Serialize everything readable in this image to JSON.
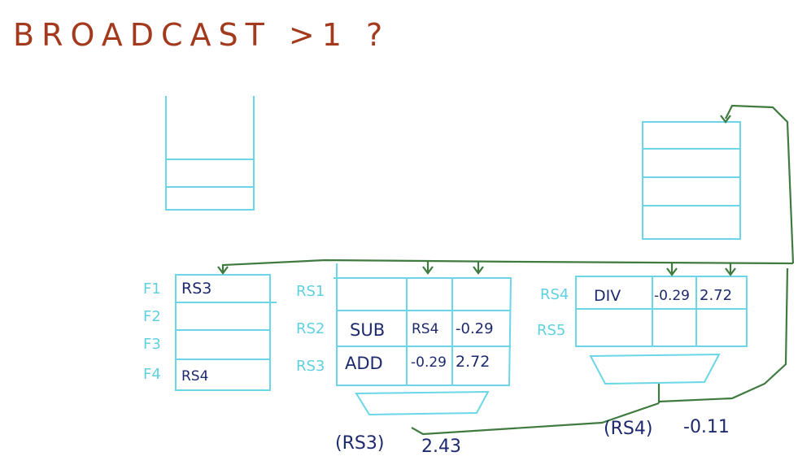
{
  "title": "BROADCAST >1 ?",
  "register_file": {
    "labels": [
      "F1",
      "F2",
      "F3",
      "F4"
    ],
    "values": [
      "RS3",
      "",
      "",
      "RS4"
    ]
  },
  "rs_add_unit": {
    "labels": [
      "RS1",
      "RS2",
      "RS3"
    ],
    "rows": [
      [
        "",
        "",
        ""
      ],
      [
        "SUB",
        "RS4",
        "-0.29"
      ],
      [
        "ADD",
        "-0.29",
        "2.72"
      ]
    ]
  },
  "rs_mul_unit": {
    "labels": [
      "RS4",
      "RS5"
    ],
    "rows": [
      [
        "DIV",
        "-0.29",
        "2.72"
      ],
      [
        "",
        "",
        ""
      ]
    ]
  },
  "results": {
    "add_tag": "(RS3)",
    "add_value": "2.43",
    "mul_tag": "(RS4)",
    "mul_value": "-0.11"
  },
  "colors": {
    "title": "#a33a1e",
    "boxes": "#6ad6e6",
    "bus": "#3f7a3f",
    "ink": "#1e2a6e"
  }
}
